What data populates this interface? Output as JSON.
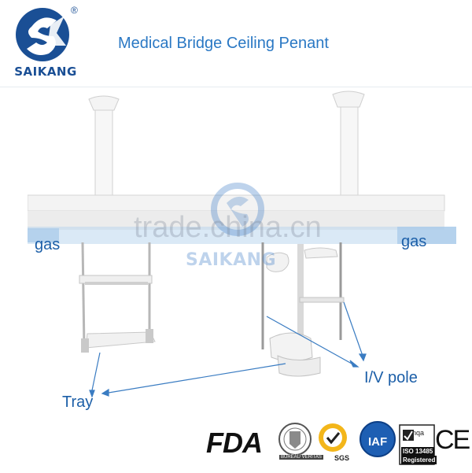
{
  "brand": {
    "name": "SAIKANG",
    "registered_mark": "®",
    "colors": {
      "primary": "#1a4f95",
      "title": "#2a78c4",
      "callout": "#1c5fa8"
    }
  },
  "header": {
    "title": "Medical Bridge Ceiling Penant"
  },
  "labels": {
    "gas_left": "gas",
    "gas_right": "gas",
    "iv_pole": "I/V pole",
    "tray": "Tray"
  },
  "watermark": {
    "site": "trade.china.cn",
    "brand": "SAIKANG"
  },
  "certifications": {
    "fda": "FDA",
    "bureau_veritas": "BUREAU VERITAS",
    "sgs": "SGS",
    "iaf": "IAF",
    "nqa": "nqa",
    "iso": "ISO 13485",
    "registered": "Registered",
    "ce": "CE"
  },
  "icons": [
    "saikang-logo-icon",
    "registered-icon",
    "bureau-veritas-seal-icon",
    "sgs-seal-icon",
    "iaf-globe-icon",
    "ce-mark-icon"
  ]
}
